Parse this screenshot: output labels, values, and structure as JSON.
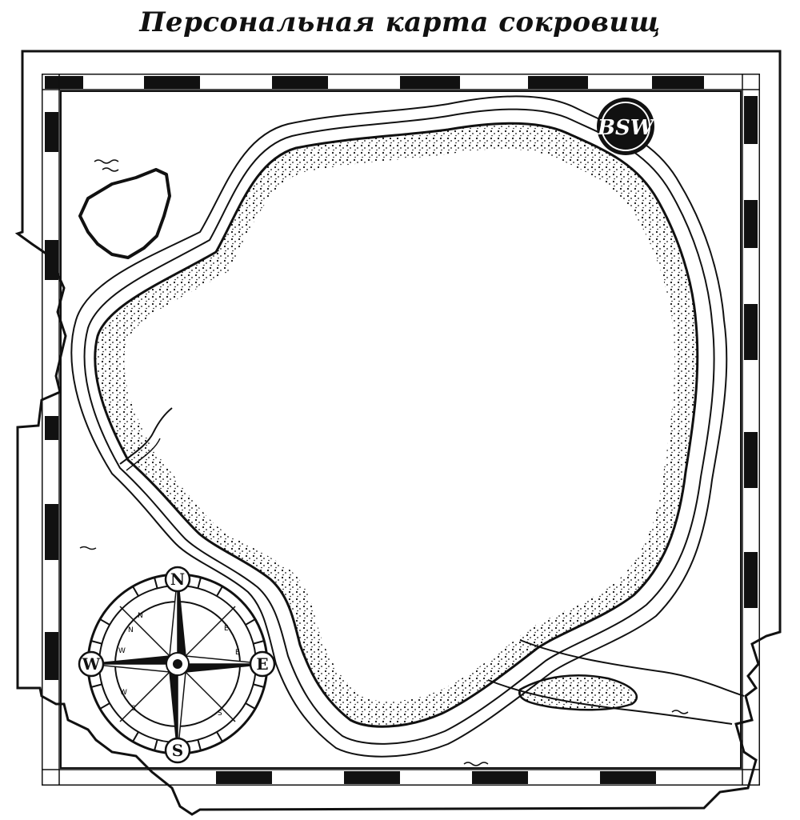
{
  "title": "Персональная карта сокровищ",
  "logo": {
    "text": "BSW",
    "icon": "bsw-badge-icon"
  },
  "compass": {
    "north": "N",
    "south": "S",
    "east": "E",
    "west": "W",
    "subdivisions": [
      "N",
      "E",
      "E",
      "S",
      "S",
      "W",
      "W",
      "N"
    ]
  },
  "colors": {
    "ink": "#111111",
    "paper": "#ffffff"
  }
}
